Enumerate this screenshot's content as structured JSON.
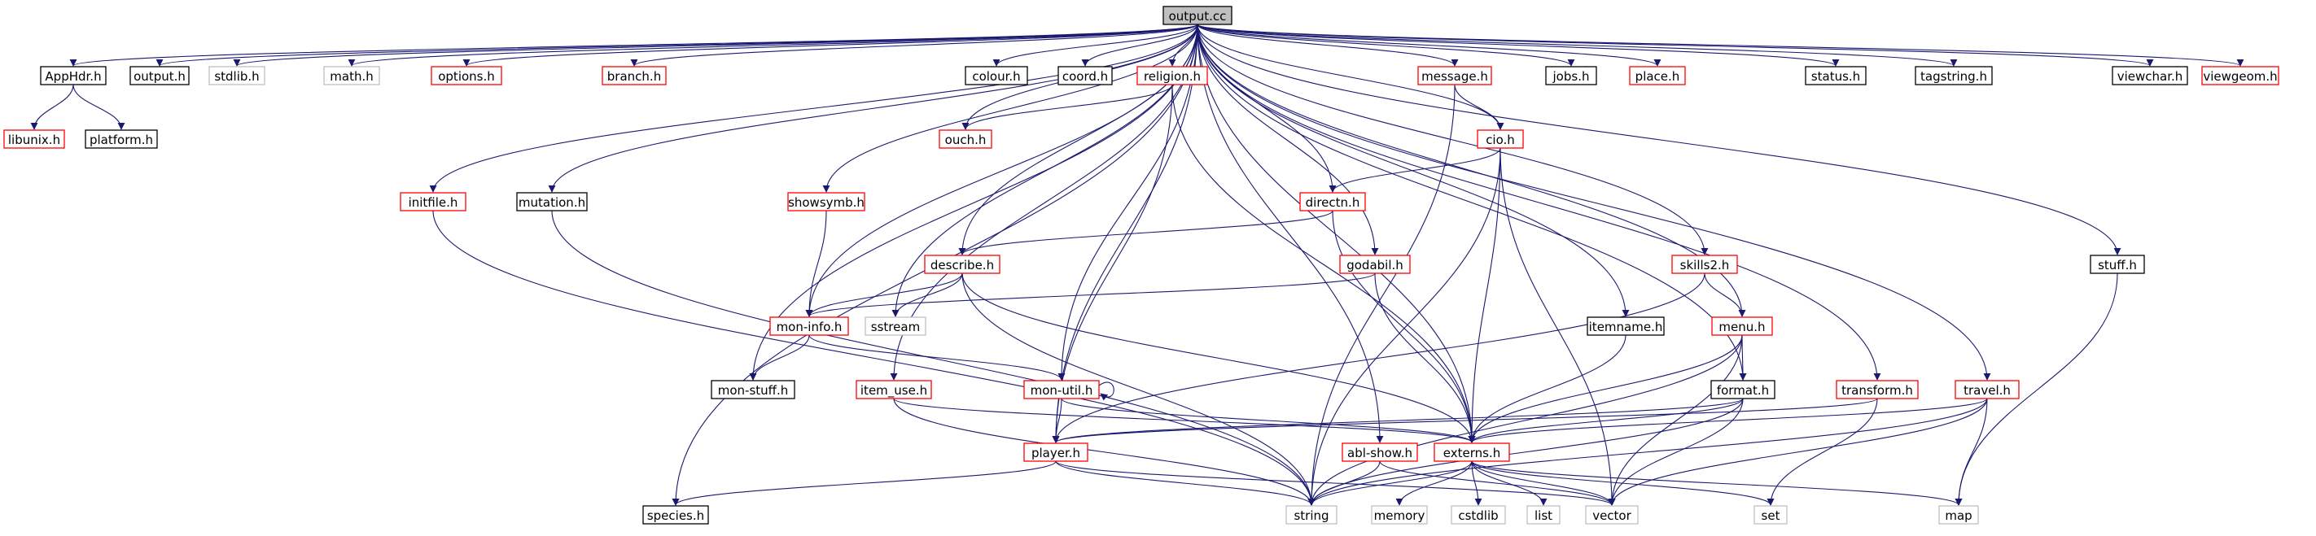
{
  "colors": {
    "edge": "#191970",
    "border_documented": "#000000",
    "border_red": "#ff0000",
    "border_external": "#bfbfbf",
    "root_fill": "#bfbfbf"
  },
  "nodes": [
    {
      "id": "output_cc",
      "label": "output.cc",
      "kind": "root"
    },
    {
      "id": "AppHdr_h",
      "label": "AppHdr.h",
      "kind": "doc"
    },
    {
      "id": "output_h",
      "label": "output.h",
      "kind": "doc"
    },
    {
      "id": "stdlib_h",
      "label": "stdlib.h",
      "kind": "ext"
    },
    {
      "id": "math_h",
      "label": "math.h",
      "kind": "ext"
    },
    {
      "id": "options_h",
      "label": "options.h",
      "kind": "red"
    },
    {
      "id": "branch_h",
      "label": "branch.h",
      "kind": "red"
    },
    {
      "id": "colour_h",
      "label": "colour.h",
      "kind": "doc"
    },
    {
      "id": "coord_h",
      "label": "coord.h",
      "kind": "doc"
    },
    {
      "id": "religion_h",
      "label": "religion.h",
      "kind": "red"
    },
    {
      "id": "message_h",
      "label": "message.h",
      "kind": "red"
    },
    {
      "id": "jobs_h",
      "label": "jobs.h",
      "kind": "doc"
    },
    {
      "id": "place_h",
      "label": "place.h",
      "kind": "red"
    },
    {
      "id": "status_h",
      "label": "status.h",
      "kind": "doc"
    },
    {
      "id": "tagstring_h",
      "label": "tagstring.h",
      "kind": "doc"
    },
    {
      "id": "viewchar_h",
      "label": "viewchar.h",
      "kind": "doc"
    },
    {
      "id": "viewgeom_h",
      "label": "viewgeom.h",
      "kind": "red"
    },
    {
      "id": "libunix_h",
      "label": "libunix.h",
      "kind": "red"
    },
    {
      "id": "platform_h",
      "label": "platform.h",
      "kind": "doc"
    },
    {
      "id": "ouch_h",
      "label": "ouch.h",
      "kind": "red"
    },
    {
      "id": "cio_h",
      "label": "cio.h",
      "kind": "red"
    },
    {
      "id": "initfile_h",
      "label": "initfile.h",
      "kind": "red"
    },
    {
      "id": "mutation_h",
      "label": "mutation.h",
      "kind": "doc"
    },
    {
      "id": "showsymb_h",
      "label": "showsymb.h",
      "kind": "red"
    },
    {
      "id": "directn_h",
      "label": "directn.h",
      "kind": "red"
    },
    {
      "id": "describe_h",
      "label": "describe.h",
      "kind": "red"
    },
    {
      "id": "godabil_h",
      "label": "godabil.h",
      "kind": "red"
    },
    {
      "id": "skills2_h",
      "label": "skills2.h",
      "kind": "red"
    },
    {
      "id": "stuff_h",
      "label": "stuff.h",
      "kind": "doc"
    },
    {
      "id": "mon_info_h",
      "label": "mon-info.h",
      "kind": "red"
    },
    {
      "id": "sstream",
      "label": "sstream",
      "kind": "ext"
    },
    {
      "id": "itemname_h",
      "label": "itemname.h",
      "kind": "doc"
    },
    {
      "id": "menu_h",
      "label": "menu.h",
      "kind": "red"
    },
    {
      "id": "mon_stuff_h",
      "label": "mon-stuff.h",
      "kind": "doc"
    },
    {
      "id": "item_use_h",
      "label": "item_use.h",
      "kind": "red"
    },
    {
      "id": "mon_util_h",
      "label": "mon-util.h",
      "kind": "red"
    },
    {
      "id": "format_h",
      "label": "format.h",
      "kind": "doc"
    },
    {
      "id": "transform_h",
      "label": "transform.h",
      "kind": "red"
    },
    {
      "id": "travel_h",
      "label": "travel.h",
      "kind": "red"
    },
    {
      "id": "externs_h",
      "label": "externs.h",
      "kind": "red"
    },
    {
      "id": "player_h",
      "label": "player.h",
      "kind": "red"
    },
    {
      "id": "abl_show_h",
      "label": "abl-show.h",
      "kind": "red"
    },
    {
      "id": "species_h",
      "label": "species.h",
      "kind": "doc"
    },
    {
      "id": "string",
      "label": "string",
      "kind": "ext"
    },
    {
      "id": "memory",
      "label": "memory",
      "kind": "ext"
    },
    {
      "id": "cstdlib",
      "label": "cstdlib",
      "kind": "ext"
    },
    {
      "id": "list",
      "label": "list",
      "kind": "ext"
    },
    {
      "id": "vector",
      "label": "vector",
      "kind": "ext"
    },
    {
      "id": "set",
      "label": "set",
      "kind": "ext"
    },
    {
      "id": "map",
      "label": "map",
      "kind": "ext"
    }
  ],
  "edges": [
    [
      "output_cc",
      "AppHdr_h"
    ],
    [
      "output_cc",
      "output_h"
    ],
    [
      "output_cc",
      "stdlib_h"
    ],
    [
      "output_cc",
      "math_h"
    ],
    [
      "output_cc",
      "options_h"
    ],
    [
      "output_cc",
      "branch_h"
    ],
    [
      "output_cc",
      "colour_h"
    ],
    [
      "output_cc",
      "coord_h"
    ],
    [
      "output_cc",
      "religion_h"
    ],
    [
      "output_cc",
      "message_h"
    ],
    [
      "output_cc",
      "jobs_h"
    ],
    [
      "output_cc",
      "place_h"
    ],
    [
      "output_cc",
      "status_h"
    ],
    [
      "output_cc",
      "tagstring_h"
    ],
    [
      "output_cc",
      "viewchar_h"
    ],
    [
      "output_cc",
      "viewgeom_h"
    ],
    [
      "output_cc",
      "ouch_h"
    ],
    [
      "output_cc",
      "cio_h"
    ],
    [
      "output_cc",
      "initfile_h"
    ],
    [
      "output_cc",
      "mutation_h"
    ],
    [
      "output_cc",
      "showsymb_h"
    ],
    [
      "output_cc",
      "directn_h"
    ],
    [
      "output_cc",
      "describe_h"
    ],
    [
      "output_cc",
      "godabil_h"
    ],
    [
      "output_cc",
      "skills2_h"
    ],
    [
      "output_cc",
      "stuff_h"
    ],
    [
      "output_cc",
      "mon_info_h"
    ],
    [
      "output_cc",
      "sstream"
    ],
    [
      "output_cc",
      "itemname_h"
    ],
    [
      "output_cc",
      "menu_h"
    ],
    [
      "output_cc",
      "mon_stuff_h"
    ],
    [
      "output_cc",
      "item_use_h"
    ],
    [
      "output_cc",
      "mon_util_h"
    ],
    [
      "output_cc",
      "format_h"
    ],
    [
      "output_cc",
      "transform_h"
    ],
    [
      "output_cc",
      "travel_h"
    ],
    [
      "output_cc",
      "externs_h"
    ],
    [
      "output_cc",
      "player_h"
    ],
    [
      "output_cc",
      "abl_show_h"
    ],
    [
      "output_cc",
      "species_h"
    ],
    [
      "AppHdr_h",
      "libunix_h"
    ],
    [
      "AppHdr_h",
      "platform_h"
    ],
    [
      "religion_h",
      "ouch_h"
    ],
    [
      "religion_h",
      "player_h"
    ],
    [
      "religion_h",
      "externs_h"
    ],
    [
      "message_h",
      "cio_h"
    ],
    [
      "message_h",
      "string"
    ],
    [
      "cio_h",
      "directn_h"
    ],
    [
      "cio_h",
      "externs_h"
    ],
    [
      "cio_h",
      "string"
    ],
    [
      "cio_h",
      "vector"
    ],
    [
      "initfile_h",
      "string"
    ],
    [
      "mutation_h",
      "string"
    ],
    [
      "showsymb_h",
      "mon_info_h"
    ],
    [
      "directn_h",
      "describe_h"
    ],
    [
      "directn_h",
      "externs_h"
    ],
    [
      "describe_h",
      "mon_info_h"
    ],
    [
      "describe_h",
      "sstream"
    ],
    [
      "describe_h",
      "externs_h"
    ],
    [
      "describe_h",
      "string"
    ],
    [
      "godabil_h",
      "mon_info_h"
    ],
    [
      "godabil_h",
      "externs_h"
    ],
    [
      "skills2_h",
      "menu_h"
    ],
    [
      "skills2_h",
      "player_h"
    ],
    [
      "stuff_h",
      "map"
    ],
    [
      "mon_info_h",
      "mon_stuff_h"
    ],
    [
      "mon_info_h",
      "mon_util_h"
    ],
    [
      "itemname_h",
      "externs_h"
    ],
    [
      "menu_h",
      "format_h"
    ],
    [
      "menu_h",
      "externs_h"
    ],
    [
      "menu_h",
      "string"
    ],
    [
      "menu_h",
      "vector"
    ],
    [
      "item_use_h",
      "externs_h"
    ],
    [
      "item_use_h",
      "string"
    ],
    [
      "mon_util_h",
      "mon_util_h"
    ],
    [
      "mon_util_h",
      "player_h"
    ],
    [
      "mon_util_h",
      "externs_h"
    ],
    [
      "format_h",
      "externs_h"
    ],
    [
      "format_h",
      "string"
    ],
    [
      "format_h",
      "vector"
    ],
    [
      "format_h",
      "player_h"
    ],
    [
      "transform_h",
      "player_h"
    ],
    [
      "transform_h",
      "set"
    ],
    [
      "travel_h",
      "externs_h"
    ],
    [
      "travel_h",
      "string"
    ],
    [
      "travel_h",
      "vector"
    ],
    [
      "travel_h",
      "map"
    ],
    [
      "player_h",
      "species_h"
    ],
    [
      "player_h",
      "vector"
    ],
    [
      "player_h",
      "string"
    ],
    [
      "abl_show_h",
      "string"
    ],
    [
      "abl_show_h",
      "vector"
    ],
    [
      "externs_h",
      "string"
    ],
    [
      "externs_h",
      "memory"
    ],
    [
      "externs_h",
      "cstdlib"
    ],
    [
      "externs_h",
      "list"
    ],
    [
      "externs_h",
      "vector"
    ],
    [
      "externs_h",
      "set"
    ],
    [
      "externs_h",
      "map"
    ]
  ]
}
